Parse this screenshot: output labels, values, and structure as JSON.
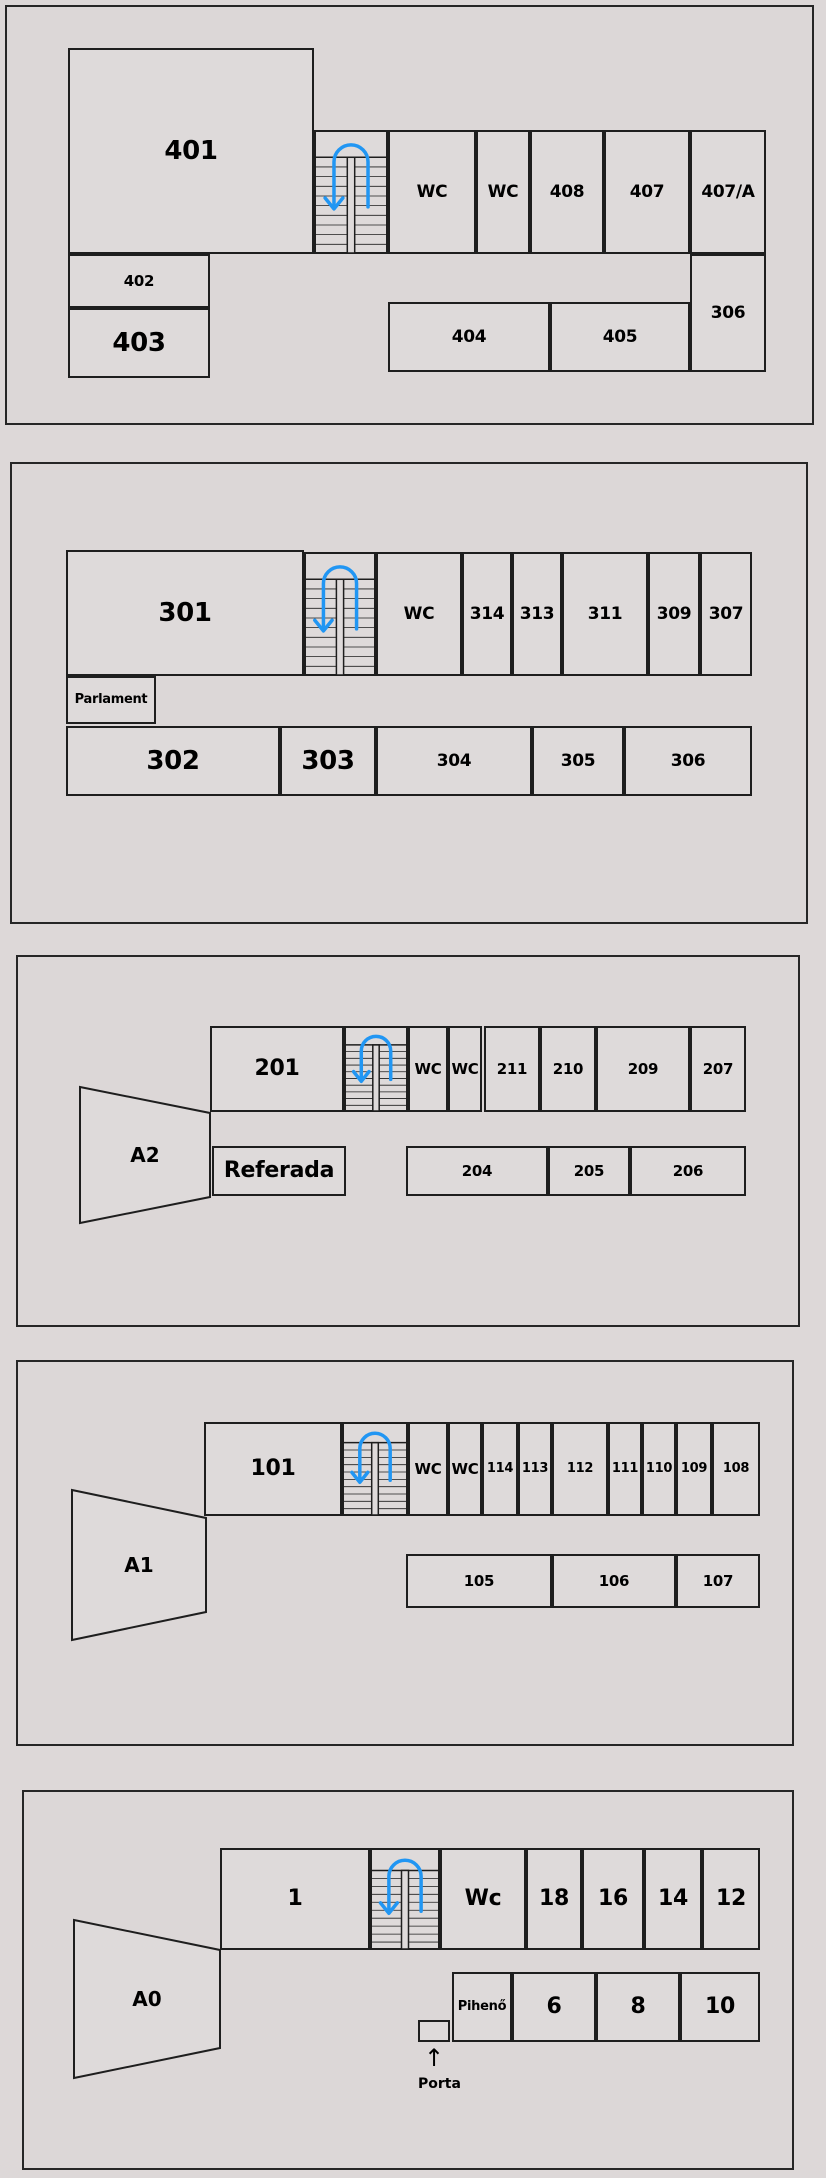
{
  "floor4": {
    "rooms": [
      "401",
      "402",
      "403",
      "WC",
      "WC",
      "408",
      "407",
      "407/A",
      "306",
      "404",
      "405"
    ]
  },
  "floor3": {
    "rooms": [
      "301",
      "Parlament",
      "302",
      "303",
      "WC",
      "314",
      "313",
      "311",
      "309",
      "307",
      "304",
      "305",
      "306"
    ]
  },
  "floor2": {
    "auditorium": "A2",
    "rooms": [
      "201",
      "Referada",
      "WC",
      "WC",
      "211",
      "210",
      "209",
      "207",
      "204",
      "205",
      "206"
    ]
  },
  "floor1": {
    "auditorium": "A1",
    "rooms": [
      "101",
      "WC",
      "WC",
      "114",
      "113",
      "112",
      "111",
      "110",
      "109",
      "108",
      "105",
      "106",
      "107"
    ]
  },
  "floor0": {
    "auditorium": "A0",
    "rooms": [
      "1",
      "Wc",
      "18",
      "16",
      "14",
      "12",
      "Pihenő",
      "6",
      "8",
      "10"
    ],
    "entrance_label": "Porta",
    "entrance_arrow": "↑"
  },
  "colors": {
    "background": "#ddd8d8",
    "wall": "#1e1e1e",
    "stair_arrow": "#2196f3"
  },
  "icons": {
    "stairs": "staircase-icon",
    "stair_direction": "u-turn-arrow-icon",
    "entrance": "arrow-up-icon"
  }
}
